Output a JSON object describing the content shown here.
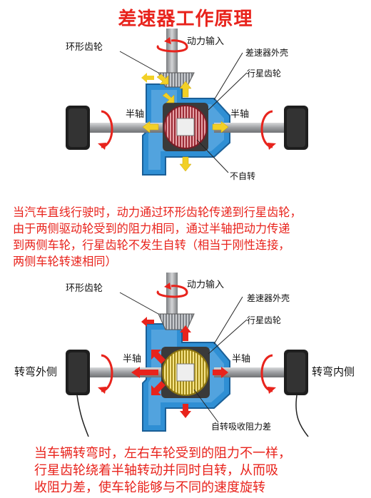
{
  "title": "差速器工作原理",
  "colors": {
    "title_red": "#e8231c",
    "housing_blue": "#2f8fd4",
    "arrow_red": "#e8231c",
    "arrow_yellow": "#f2d027",
    "shaft_gray": "#a7a9ac"
  },
  "panel1": {
    "labels": {
      "ring_gear": "环形齿轮",
      "power_input": "动力输入",
      "diff_housing": "差速器外壳",
      "planet_gear": "行星齿轮",
      "half_shaft_left": "半轴",
      "half_shaft_right": "半轴",
      "no_rotation": "不自转"
    },
    "description": "当汽车直线行驶时，动力通过环形齿轮传递到行星齿轮，\n由于两侧驱动轮受到的阻力相同，通过半轴把动力传递\n到两侧车轮，行星齿轮不发生自转（相当于刚性连接，\n两侧车轮转速相同）"
  },
  "panel2": {
    "labels": {
      "ring_gear": "环形齿轮",
      "power_input": "动力输入",
      "diff_housing": "差速器外壳",
      "planet_gear": "行星齿轮",
      "half_shaft_left": "半轴",
      "half_shaft_right": "半轴",
      "turn_outer": "转弯外侧",
      "turn_inner": "转弯内侧",
      "self_rotate": "自转吸收阻力差"
    },
    "description": "当车辆转弯时，左右车轮受到的阻力不一样，\n行星齿轮绕着半轴转动并同时自转，从而吸\n收阻力差，使车轮能够与不同的速度旋转"
  }
}
